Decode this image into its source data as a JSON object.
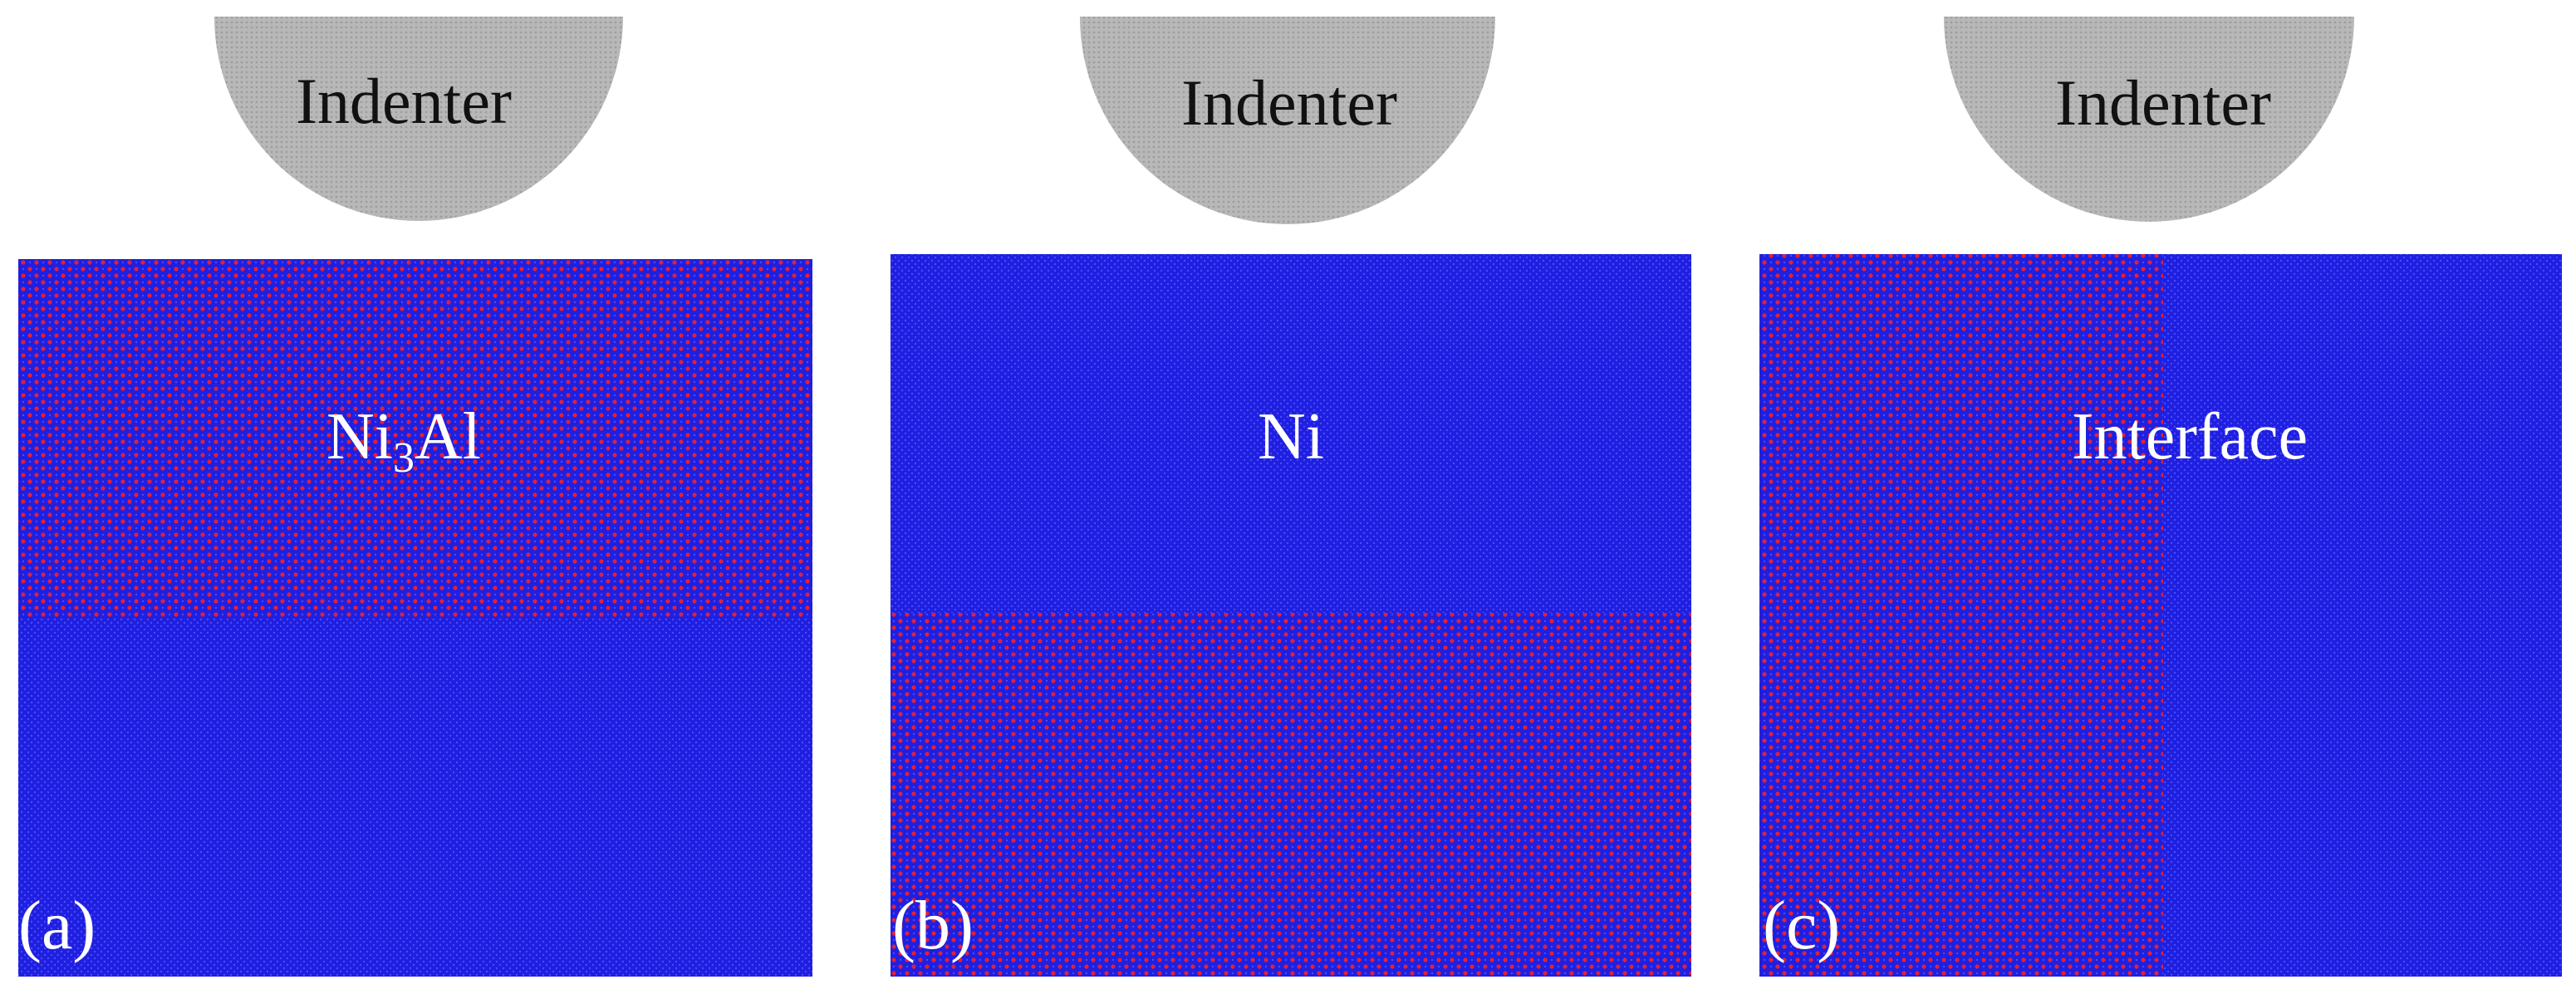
{
  "colors": {
    "background": "#ffffff",
    "nickel_blue": "#1f1fe0",
    "aluminum_red": "#e0203a",
    "indenter_gray": "#b8b8b8",
    "label_text": "#ffffff",
    "indenter_text": "#111111"
  },
  "panels": [
    {
      "id": "a",
      "tag": "(a)",
      "indenter_label": "Indenter",
      "label_main": "Ni",
      "label_sub": "3",
      "label_tail": "Al",
      "layout": "ni3al-top"
    },
    {
      "id": "b",
      "tag": "(b)",
      "indenter_label": "Indenter",
      "label_main": "Ni",
      "label_sub": "",
      "label_tail": "",
      "layout": "ni3al-bottom"
    },
    {
      "id": "c",
      "tag": "(c)",
      "indenter_label": "Indenter",
      "label_main": "Interface",
      "label_sub": "",
      "label_tail": "",
      "layout": "ni3al-left"
    }
  ]
}
